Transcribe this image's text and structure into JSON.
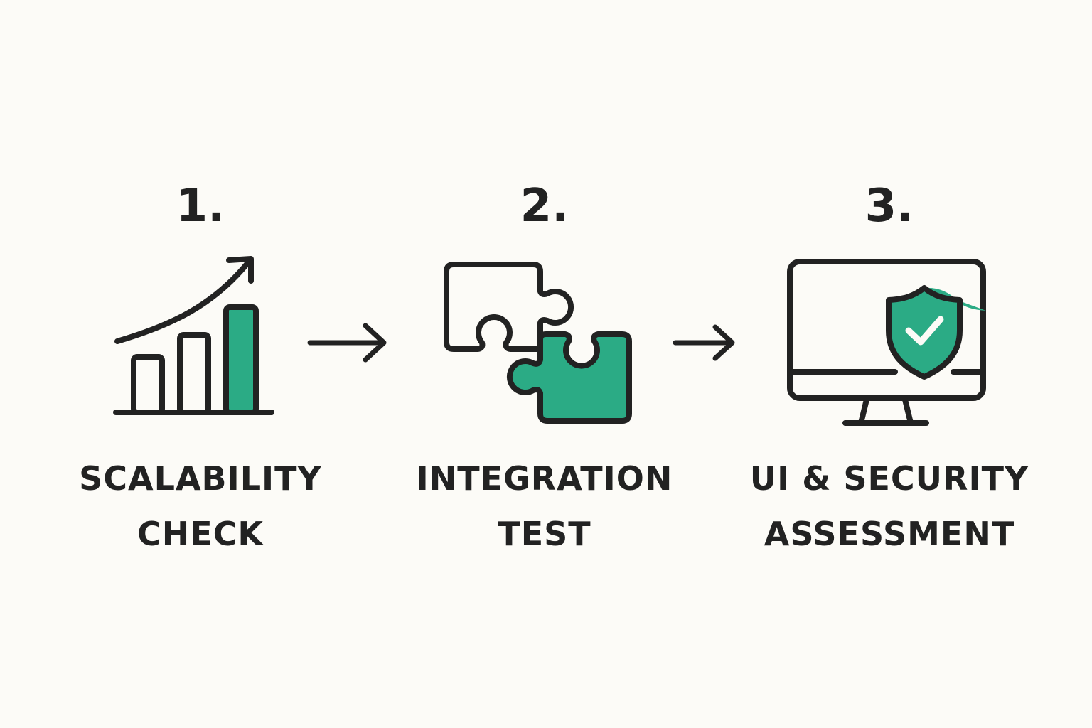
{
  "colors": {
    "accent": "#2bab85",
    "stroke": "#222222",
    "background": "#fcfbf7"
  },
  "steps": [
    {
      "number": "1.",
      "title_line1": "SCALABILITY",
      "title_line2": "CHECK",
      "icon": "bar-chart-growth-icon"
    },
    {
      "number": "2.",
      "title_line1": "INTEGRATION",
      "title_line2": "TEST",
      "icon": "puzzle-pieces-icon"
    },
    {
      "number": "3.",
      "title_line1": "UI & SECURITY",
      "title_line2": "ASSESSMENT",
      "icon": "monitor-shield-icon"
    }
  ],
  "connectors": [
    "arrow-right-icon",
    "arrow-right-icon"
  ]
}
